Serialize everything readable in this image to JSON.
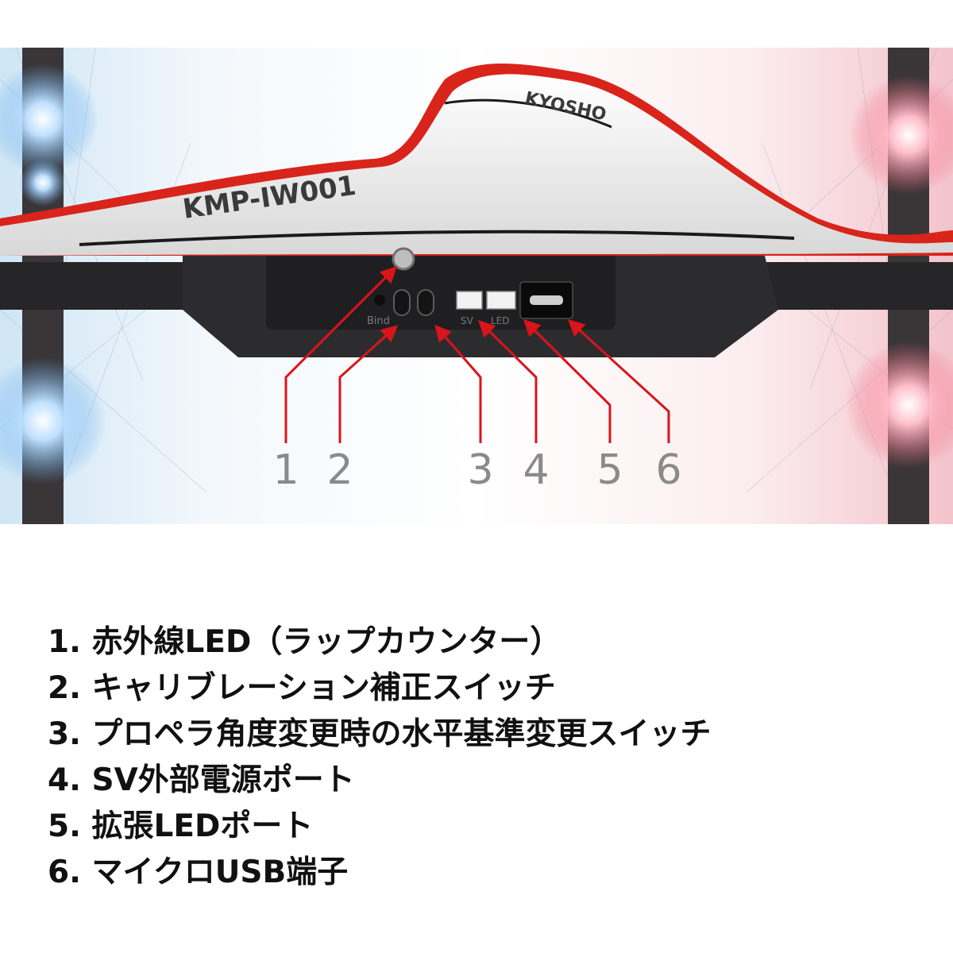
{
  "photo": {
    "model_label": "KMP-IW001",
    "brand_label": "KYOSHO",
    "port_bind_label": "Bind",
    "port_sv_label": "SV",
    "port_led_label": "LED",
    "callouts": [
      "1",
      "2",
      "3",
      "4",
      "5",
      "6"
    ]
  },
  "legend": {
    "items": [
      "1. 赤外線LED（ラップカウンター）",
      "2. キャリブレーション補正スイッチ",
      "3. プロペラ角度変更時の水平基準変更スイッチ",
      "4. SV外部電源ポート",
      "5. 拡張LEDポート",
      "6. マイクロUSB端子"
    ]
  },
  "colors": {
    "callout_line": "#d9141b",
    "callout_number": "#8a8a8a",
    "legend_text": "#111111",
    "hull_white": "#f4f4f4",
    "hull_red": "#d9241b",
    "chassis_dark": "#2a2a2c",
    "left_glow": "#5fa8e8",
    "right_glow": "#f0627a"
  }
}
